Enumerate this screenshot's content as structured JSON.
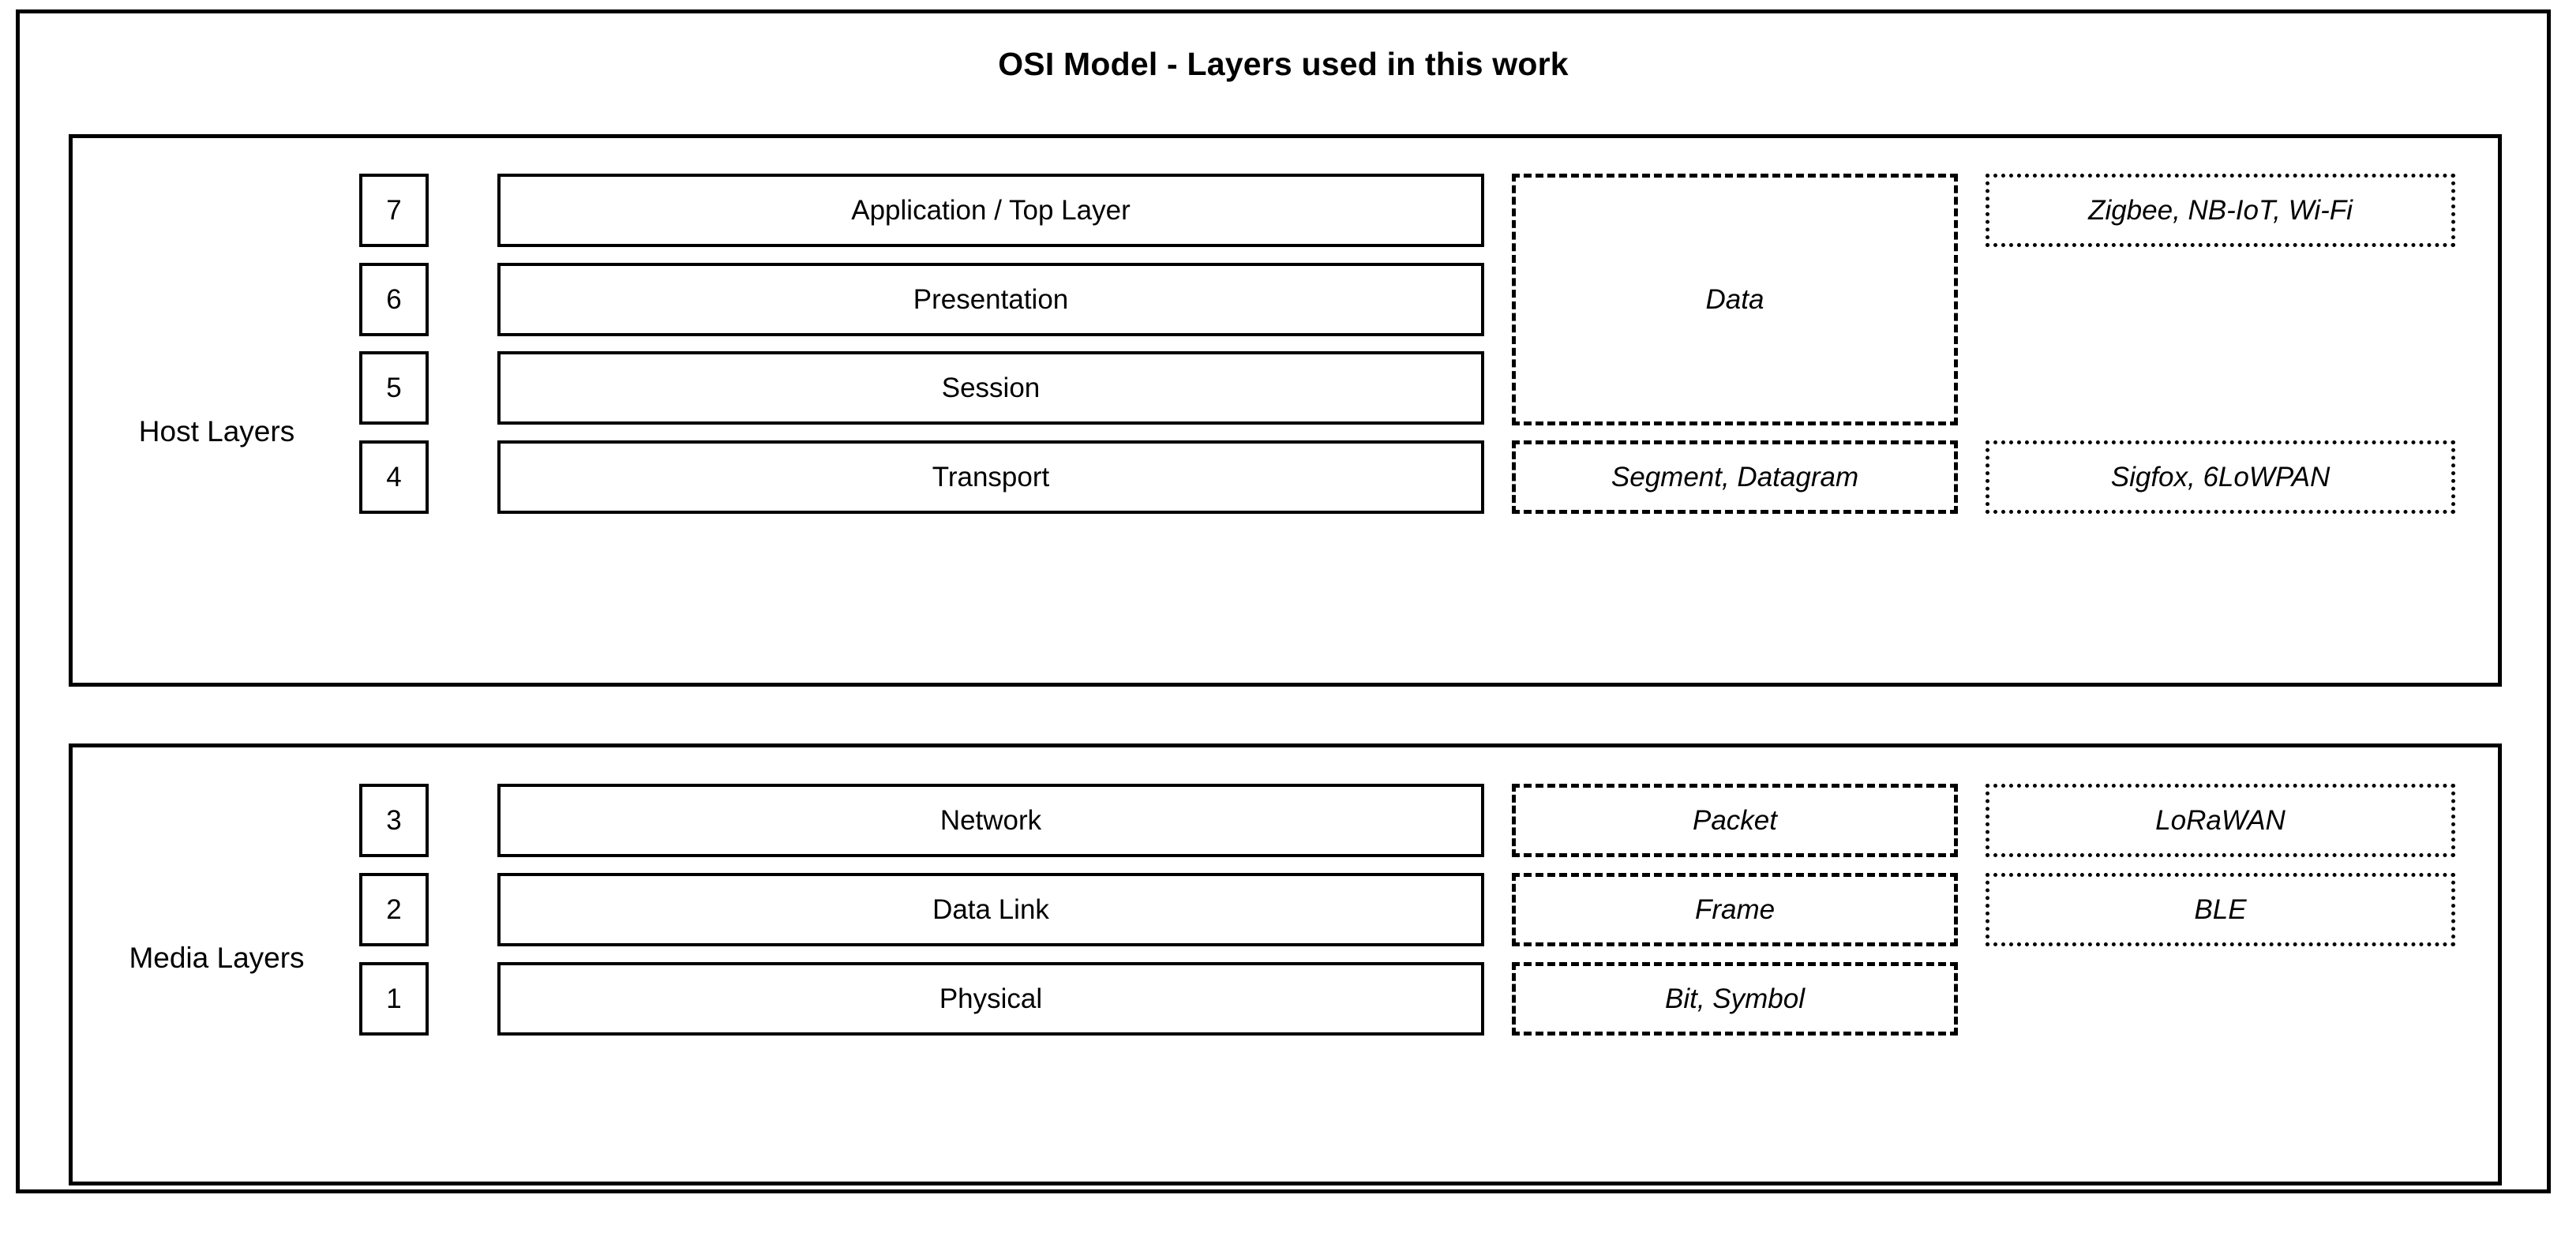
{
  "title": "OSI Model - Layers used in this work",
  "groups": [
    {
      "id": "host",
      "label": "Host Layers",
      "rows": [
        {
          "number": "7",
          "name": "Application / Top Layer",
          "pdu": "",
          "tech": "Zigbee, NB-IoT, Wi-Fi"
        },
        {
          "number": "6",
          "name": "Presentation",
          "pdu": "",
          "tech": ""
        },
        {
          "number": "5",
          "name": "Session",
          "pdu": "",
          "tech": ""
        },
        {
          "number": "4",
          "name": "Transport",
          "pdu": "Segment, Datagram",
          "tech": "Sigfox, 6LoWPAN"
        }
      ],
      "spanning_pdu": "Data"
    },
    {
      "id": "media",
      "label": "Media Layers",
      "rows": [
        {
          "number": "3",
          "name": "Network",
          "pdu": "Packet",
          "tech": "LoRaWAN"
        },
        {
          "number": "2",
          "name": "Data Link",
          "pdu": "Frame",
          "tech": "BLE"
        },
        {
          "number": "1",
          "name": "Physical",
          "pdu": "Bit, Symbol",
          "tech": ""
        }
      ],
      "spanning_pdu": ""
    }
  ],
  "colors": {
    "stroke": "#000000",
    "background": "#ffffff",
    "text": "#000000"
  }
}
